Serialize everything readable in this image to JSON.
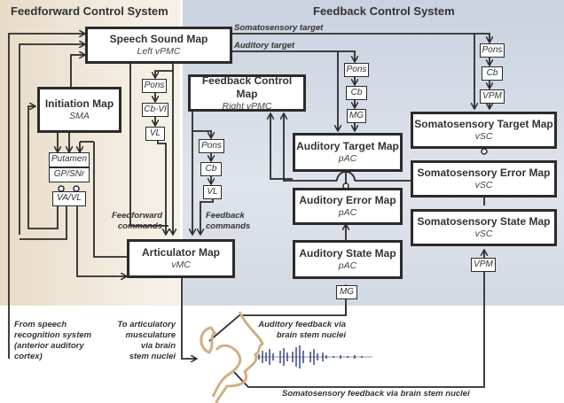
{
  "systems": {
    "feedforward_title": "Feedforward Control System",
    "feedback_title": "Feedback Control System"
  },
  "maps": {
    "speech_sound": {
      "title": "Speech Sound Map",
      "region": "Left vPMC"
    },
    "initiation": {
      "title": "Initiation Map",
      "region": "SMA"
    },
    "feedback_control": {
      "title": "Feedback Control Map",
      "region": "Right vPMC"
    },
    "articulator": {
      "title": "Articulator Map",
      "region": "vMC"
    },
    "auditory_target": {
      "title": "Auditory Target Map",
      "region": "pAC"
    },
    "auditory_error": {
      "title": "Auditory Error Map",
      "region": "pAC"
    },
    "auditory_state": {
      "title": "Auditory State Map",
      "region": "pAC"
    },
    "somato_target": {
      "title": "Somatosensory Target Map",
      "region": "vSC"
    },
    "somato_error": {
      "title": "Somatosensory Error Map",
      "region": "vSC"
    },
    "somato_state": {
      "title": "Somatosensory State Map",
      "region": "vSC"
    }
  },
  "nuclei": {
    "ff_pons": "Pons",
    "ff_cb": "Cb-VI",
    "ff_vl": "VL",
    "putamen": "Putamen",
    "gpsnr": "GP/SNr",
    "vavl": "VA/VL",
    "fb_pons": "Pons",
    "fb_cb": "Cb",
    "fb_vl": "VL",
    "aud_pons": "Pons",
    "aud_cb": "Cb",
    "aud_mg": "MG",
    "som_pons": "Pons",
    "som_cb": "Cb",
    "som_vpm": "VPM",
    "state_mg": "MG",
    "state_vpm": "VPM"
  },
  "labels": {
    "somato_target": "Somatosensory target",
    "auditory_target": "Auditory target",
    "ff_commands_1": "Feedforward",
    "ff_commands_2": "commands",
    "fb_commands_1": "Feedback",
    "fb_commands_2": "commands",
    "from_speech_1": "From speech",
    "from_speech_2": "recognition system",
    "from_speech_3": "(anterior auditory",
    "from_speech_4": "cortex)",
    "to_artic_1": "To articulatory",
    "to_artic_2": "musculature",
    "to_artic_3": "via brain",
    "to_artic_4": "stem nuclei",
    "aud_fb_1": "Auditory feedback via",
    "aud_fb_2": "brain stem nuclei",
    "som_fb": "Somatosensory feedback via brain stem nuclei"
  },
  "colors": {
    "feedforward_bg": "#efe6d6",
    "feedback_bg": "#d6dce6",
    "line": "#2b2b2b",
    "head_outline": "#d4ae84",
    "waveform": "#1c2a6b"
  }
}
